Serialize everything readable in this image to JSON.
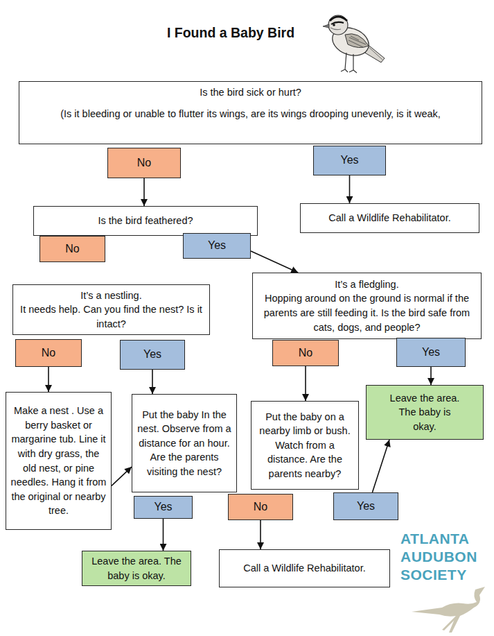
{
  "diagram": {
    "title": "I Found a Baby Bird",
    "nodes": [
      {
        "text": [
          "Is the bird sick or hurt?",
          "(Is it bleeding or unable to flutter its wings, are its wings drooping unevenly, is it weak,"
        ]
      },
      {
        "text": [
          "No"
        ]
      },
      {
        "text": [
          "Yes"
        ]
      },
      {
        "text": [
          "Call a Wildlife Rehabilitator."
        ]
      },
      {
        "text": [
          "Is the bird feathered?"
        ]
      },
      {
        "text": [
          "No"
        ]
      },
      {
        "text": [
          "Yes"
        ]
      },
      {
        "text": [
          "It’s a nestling.",
          "It needs help. Can you find the nest? Is it intact?"
        ]
      },
      {
        "text": [
          "It’s a fledgling.",
          "Hopping around on the ground is normal if the parents are still feeding it. Is the bird safe from cats, dogs, and people?"
        ]
      },
      {
        "text": [
          "No"
        ]
      },
      {
        "text": [
          "Yes"
        ]
      },
      {
        "text": [
          "No"
        ]
      },
      {
        "text": [
          "Yes"
        ]
      },
      {
        "text": [
          "Make a nest . Use a berry basket or margarine tub. Line it with dry grass, the old nest, or pine needles. Hang it from the original or nearby tree."
        ]
      },
      {
        "text": [
          "Put the baby In the nest. Observe from a distance for an hour. Are the parents visiting the nest?"
        ]
      },
      {
        "text": [
          "Put the baby on a nearby limb or bush. Watch from a distance. Are the parents nearby?"
        ]
      },
      {
        "text": [
          "Leave the area. The baby is okay."
        ]
      },
      {
        "text": [
          "Yes"
        ]
      },
      {
        "text": [
          "No"
        ]
      },
      {
        "text": [
          "Yes"
        ]
      },
      {
        "text": [
          "Leave the area. The baby is okay."
        ]
      },
      {
        "text": [
          "Call a Wildlife Rehabilitator."
        ]
      }
    ],
    "edges": [
      {
        "from": 1,
        "to": 4,
        "arrow": "to"
      },
      {
        "from": 2,
        "to": 3,
        "arrow": "to"
      },
      {
        "from": 6,
        "to": 8,
        "arrow": "to"
      },
      {
        "from": 9,
        "to": 13,
        "arrow": "to"
      },
      {
        "from": 10,
        "to": 14,
        "arrow": "to"
      },
      {
        "from": 11,
        "to": 15,
        "arrow": "to"
      },
      {
        "from": 12,
        "to": 16,
        "arrow": "to"
      },
      {
        "from": 13,
        "to": 14,
        "arrow": "to"
      },
      {
        "from": 17,
        "to": 20,
        "arrow": "to"
      },
      {
        "from": 18,
        "to": 21,
        "arrow": "to"
      },
      {
        "from": 19,
        "to": 16,
        "arrow": "to"
      }
    ],
    "labels": [
      "ATLANTA",
      "AUDUBON",
      "SOCIETY"
    ]
  }
}
